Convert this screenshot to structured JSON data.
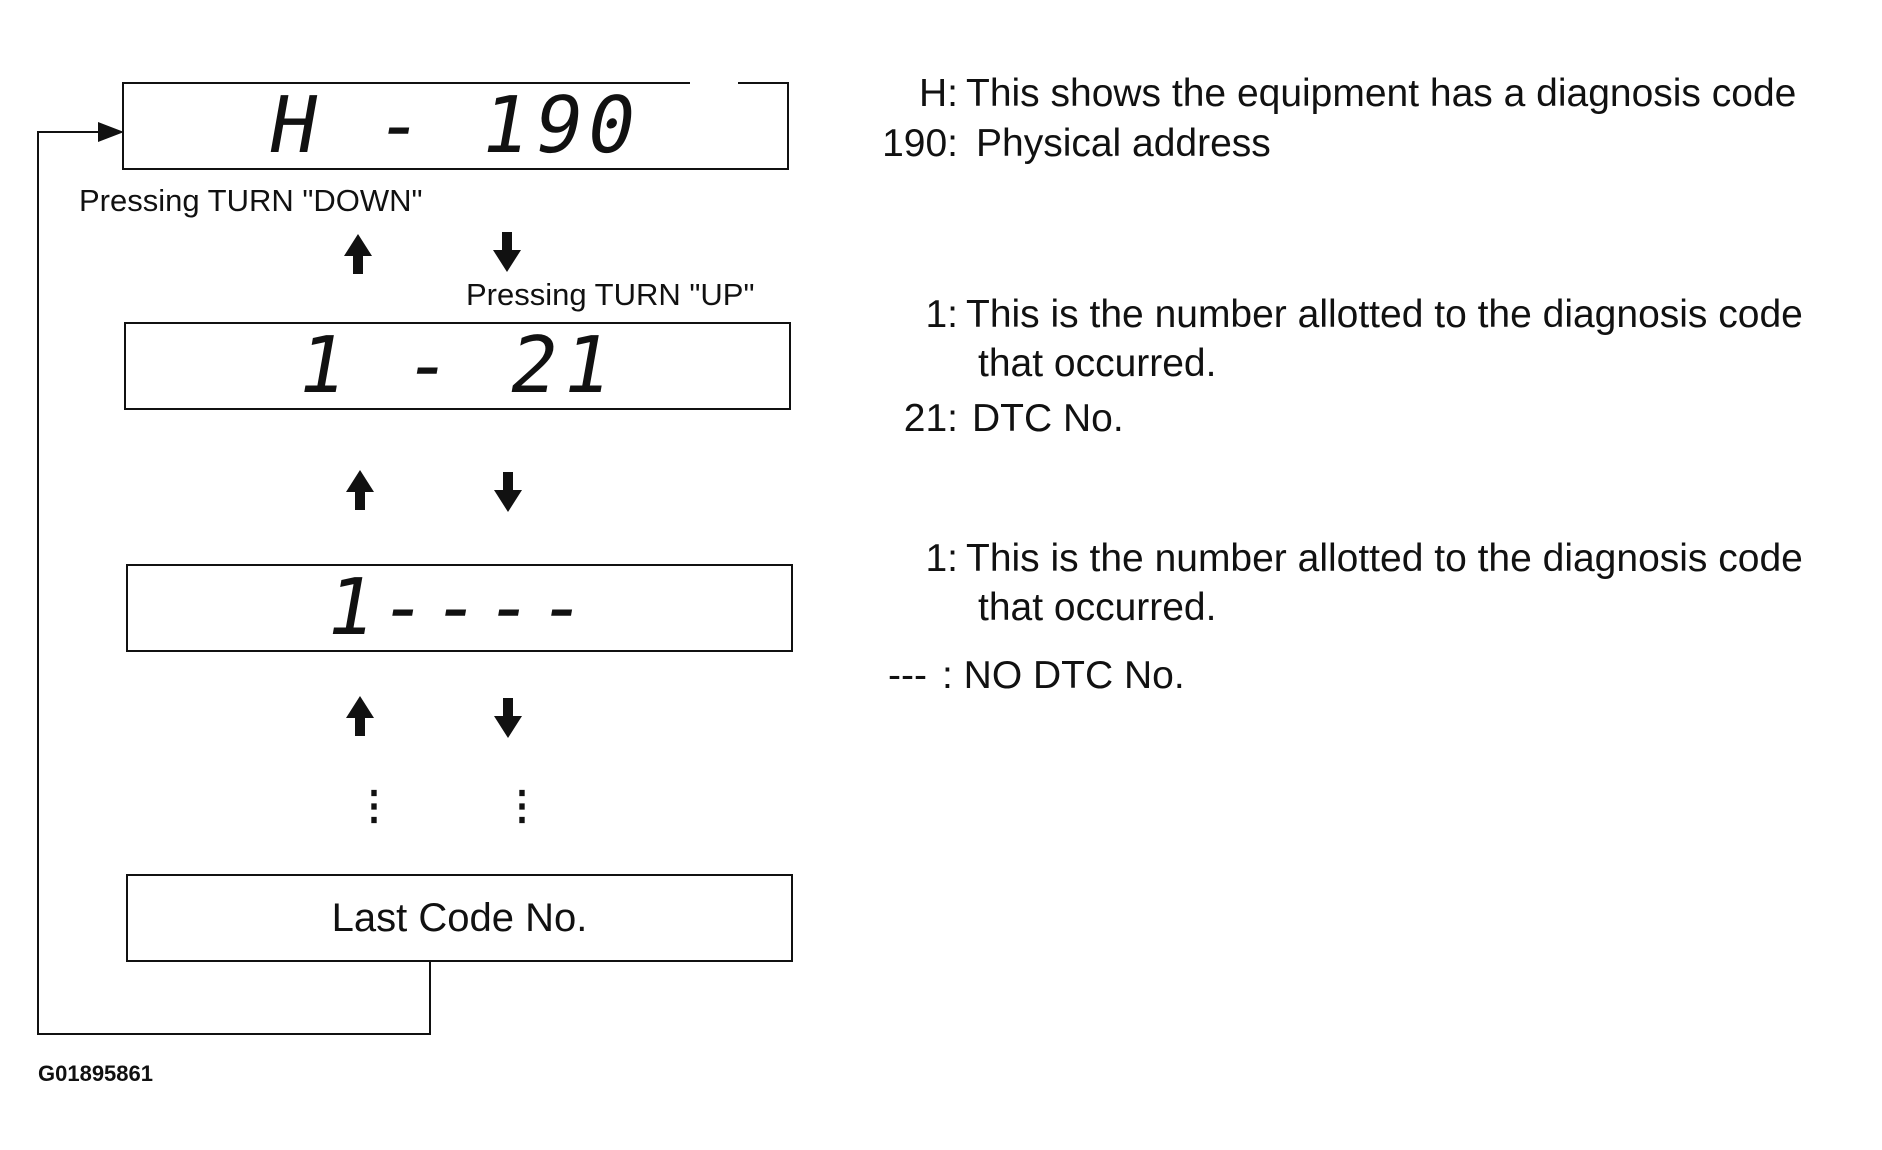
{
  "displays": {
    "first": "H - 190",
    "second": "1 - 21",
    "third": "1----",
    "last": "Last Code No."
  },
  "captions": {
    "turn_down": "Pressing TURN \"DOWN\"",
    "turn_up": "Pressing TURN \"UP\""
  },
  "descriptions": {
    "h_key": "H:",
    "h_text": "This shows the equipment has a diagnosis  code",
    "addr_key": "190:",
    "addr_text": "Physical address",
    "num1_key": "1:",
    "num1_text_line1": "This is the number allotted to the diagnosis code",
    "num1_text_line2": "that occurred.",
    "dtc_key": "21:",
    "dtc_text": "DTC No.",
    "num2_key": "1:",
    "num2_text_line1": "This is the number allotted to the diagnosis code",
    "num2_text_line2": "that occurred.",
    "nodtc_key": "---",
    "nodtc_text": ": NO DTC No."
  },
  "figure_code": "G01895861"
}
